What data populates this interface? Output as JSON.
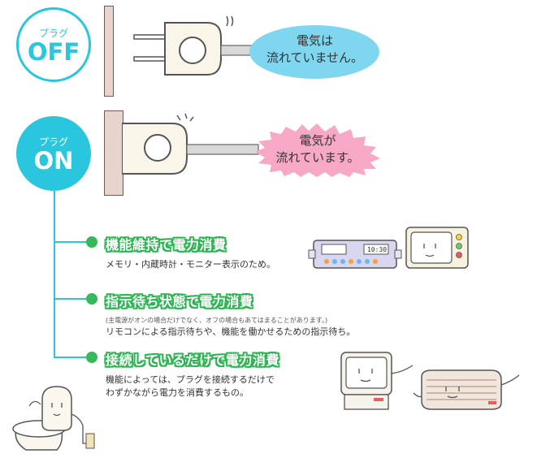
{
  "off": {
    "small_label": "プラグ",
    "big_label": "OFF",
    "bubble_line1": "電気は",
    "bubble_line2": "流れていません。",
    "bubble_color": "#7fd6ef"
  },
  "on": {
    "small_label": "プラグ",
    "big_label": "ON",
    "bubble_line1": "電気が",
    "bubble_line2": "流れています。",
    "bubble_color": "#f7a8c6"
  },
  "items": [
    {
      "heading": "機能維持で電力消費",
      "desc_line1": "メモリ・内蔵時計・モニター表示のため。"
    },
    {
      "heading": "指示待ち状態で電力消費",
      "note": "(主電源がオンの場合だけでなく、オフの場合もあてはまることがあります。)",
      "desc_line1": "リモコンによる指示待ちや、機能を働かせるための指示待ち。"
    },
    {
      "heading": "接続しているだけで電力消費",
      "desc_line1": "機能によっては、プラグを接続するだけで",
      "desc_line2": "わずかながら電力を消費するもの。"
    }
  ],
  "devices": {
    "panel_display": "10:30"
  },
  "colors": {
    "accent_cyan": "#29c6de",
    "heading_green": "#2db553",
    "wall": "#e7d4cc"
  }
}
